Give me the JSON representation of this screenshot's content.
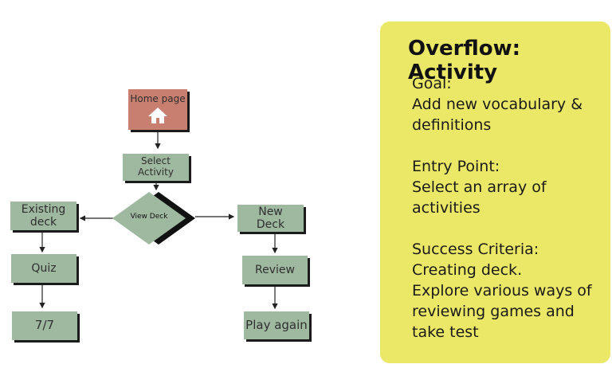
{
  "diagram": {
    "nodes": {
      "home": "Home page",
      "select_activity": "Select\nActivity",
      "view_deck": "View Deck",
      "existing_deck": "Existing\ndeck",
      "new_deck": "New\nDeck",
      "quiz": "Quiz",
      "review": "Review",
      "score": "7/7",
      "play_again": "Play again"
    },
    "icons": {
      "home": "house-icon"
    }
  },
  "panel": {
    "title": "Overflow: Activity",
    "goal": "Goal:\nAdd new vocabulary &\ndefinitions",
    "entry_point": "Entry Point:\nSelect an array of\nactivities",
    "success": "Success Criteria:\nCreating deck.\nExplore various ways of\nreviewing games and\ntake test"
  },
  "colors": {
    "home_node": "#c97f70",
    "node": "#9fb9a0",
    "panel": "#ece867"
  }
}
